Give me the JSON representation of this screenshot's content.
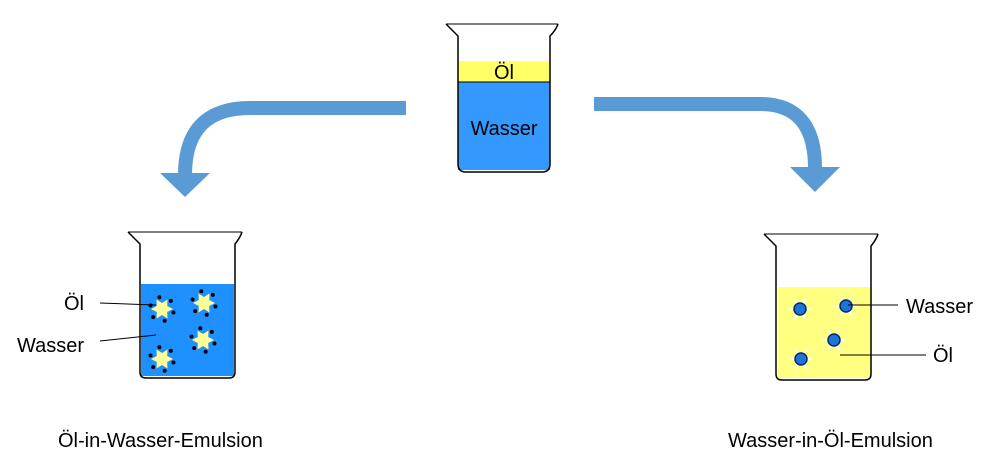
{
  "top_beaker": {
    "oil_label": "Öl",
    "water_label": "Wasser"
  },
  "left_beaker": {
    "oil_label": "Öl",
    "water_label": "Wasser",
    "caption": "Öl-in-Wasser-Emulsion"
  },
  "right_beaker": {
    "water_label": "Wasser",
    "oil_label": "Öl",
    "caption": "Wasser-in-Öl-Emulsion"
  },
  "colors": {
    "water": "#3399ff",
    "water_alt": "#1e90ff",
    "oil": "#ffff80",
    "oil_top": "#ffff66",
    "arrow": "#5b9bd5"
  }
}
